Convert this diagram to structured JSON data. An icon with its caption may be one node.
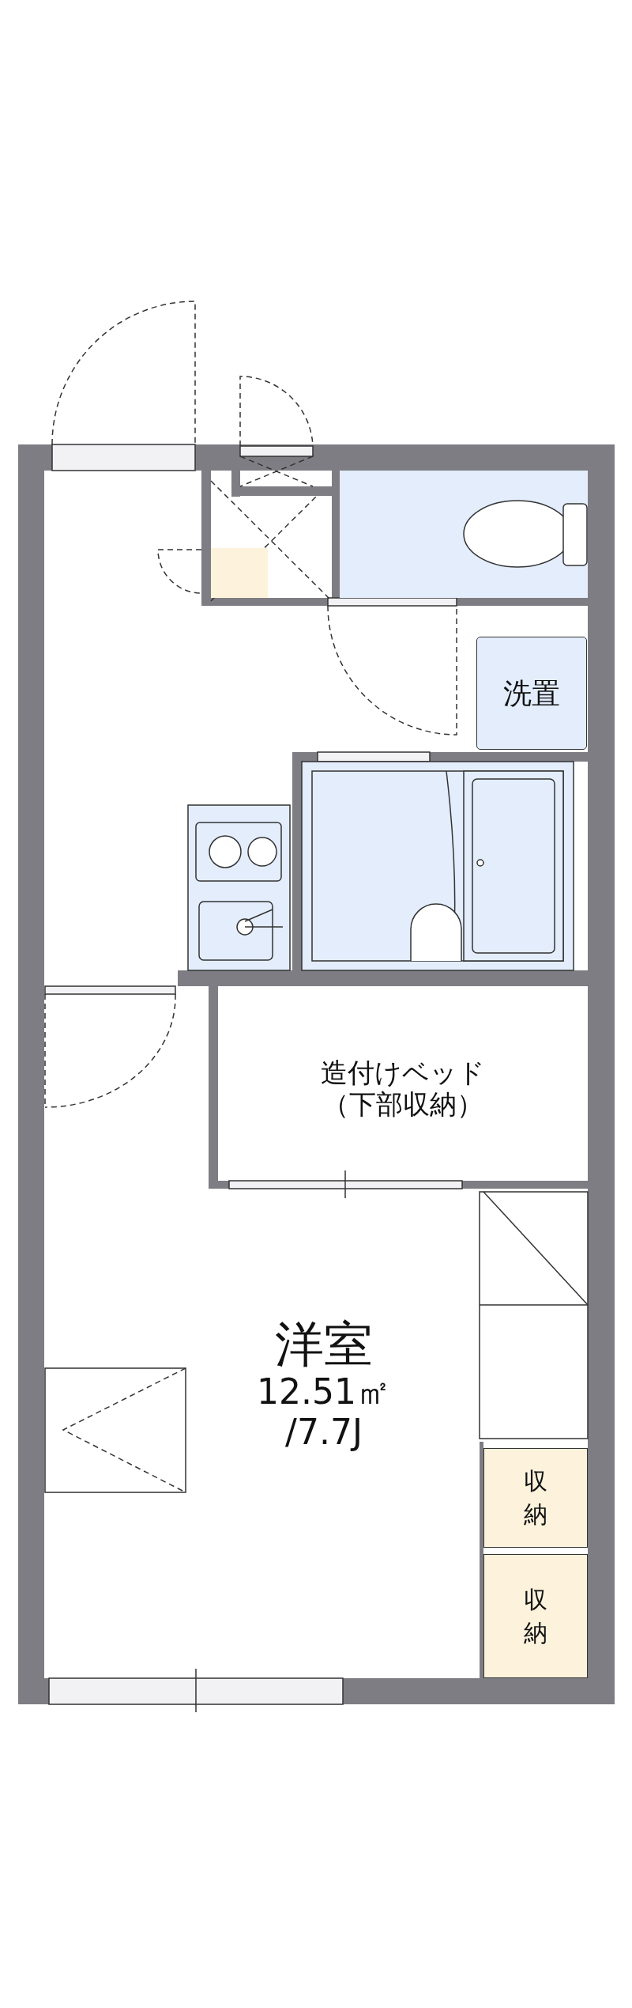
{
  "diagram": {
    "nodes": [
      {
        "text": [
          "洗置"
        ]
      },
      {
        "text": [
          "造付けベッド",
          "（下部収納）"
        ]
      },
      {
        "text": [
          "洋室",
          "12.51㎡ /7.7J"
        ]
      },
      {
        "text": [
          "収納"
        ]
      },
      {
        "text": [
          "収納"
        ]
      }
    ],
    "edges": []
  }
}
